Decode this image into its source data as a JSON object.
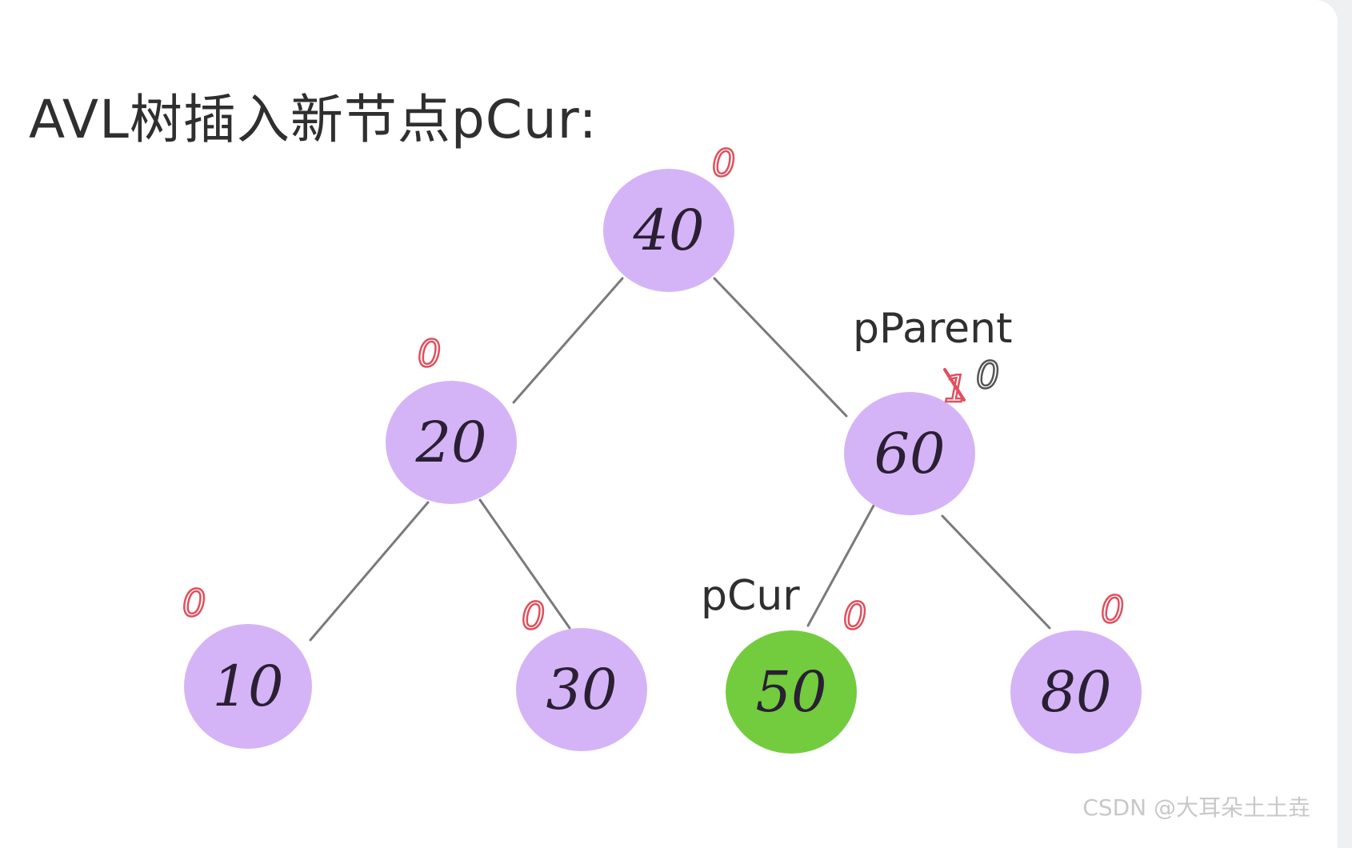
{
  "title": "AVL树插入新节点pCur:",
  "nodes": [
    {
      "id": "n40",
      "value": "40",
      "balance": "0",
      "highlight": false
    },
    {
      "id": "n20",
      "value": "20",
      "balance": "0",
      "highlight": false
    },
    {
      "id": "n60",
      "value": "60",
      "balance": "0",
      "highlight": false
    },
    {
      "id": "n10",
      "value": "10",
      "balance": "0",
      "highlight": false
    },
    {
      "id": "n30",
      "value": "30",
      "balance": "0",
      "highlight": false
    },
    {
      "id": "n50",
      "value": "50",
      "balance": "0",
      "highlight": true
    },
    {
      "id": "n80",
      "value": "80",
      "balance": "0",
      "highlight": false
    }
  ],
  "edges": [
    [
      "n40",
      "n20"
    ],
    [
      "n40",
      "n60"
    ],
    [
      "n20",
      "n10"
    ],
    [
      "n20",
      "n30"
    ],
    [
      "n60",
      "n50"
    ],
    [
      "n60",
      "n80"
    ]
  ],
  "labels": {
    "parent": "pParent",
    "current": "pCur"
  },
  "parent_balance_update": {
    "crossed_out": "1",
    "new_value": "0"
  },
  "colors": {
    "node": "#d4b4f7",
    "new_node": "#72cc3e",
    "balance_factor": "#e0505e",
    "edge": "#7a7a7a"
  },
  "watermark": "CSDN @大耳朵土土垚"
}
